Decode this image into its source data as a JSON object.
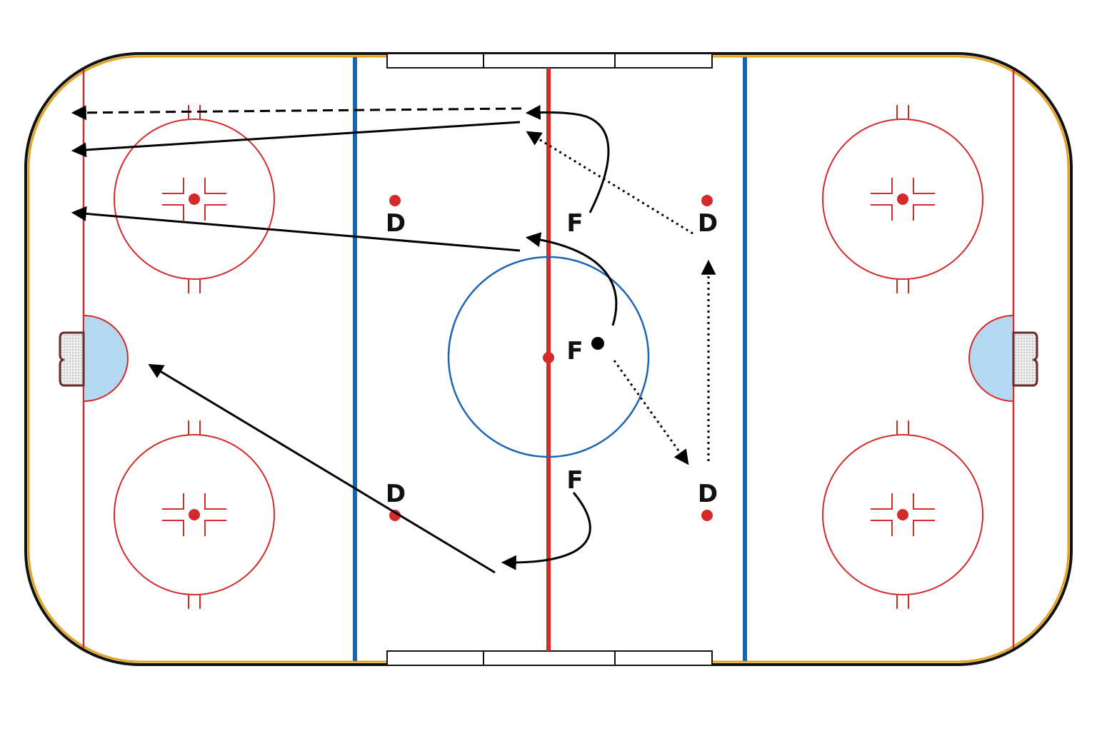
{
  "colors": {
    "ice": "#ffffff",
    "board_outline": "#111111",
    "kick_plate": "#e6a21e",
    "red_line": "#d42a2a",
    "blue_line": "#1565b0",
    "faceoff_circle": "#d42a2a",
    "center_circle": "#1e64b4",
    "crease": "#b4d8f0",
    "net": "#6b2a2a",
    "route": "#000000"
  },
  "players": [
    {
      "id": "d-left-upper",
      "label": "D",
      "role": "defense"
    },
    {
      "id": "d-left-lower",
      "label": "D",
      "role": "defense"
    },
    {
      "id": "f-top",
      "label": "F",
      "role": "forward"
    },
    {
      "id": "f-center",
      "label": "F",
      "role": "forward"
    },
    {
      "id": "f-bottom",
      "label": "F",
      "role": "forward"
    },
    {
      "id": "d-right-upper",
      "label": "D",
      "role": "defense"
    },
    {
      "id": "d-right-lower",
      "label": "D",
      "role": "defense"
    }
  ],
  "legend_styles": [
    "skate",
    "pass",
    "shot"
  ]
}
